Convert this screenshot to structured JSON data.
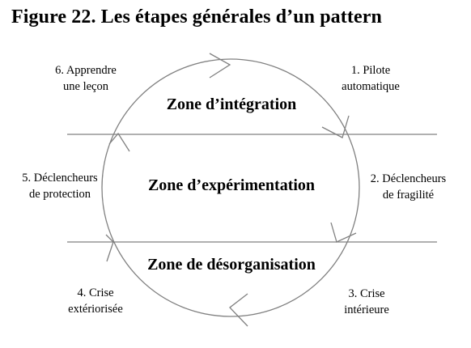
{
  "figure": {
    "title": "Figure 22. Les étapes générales d’un pattern"
  },
  "zones": {
    "integration": "Zone d’intégration",
    "experimentation": "Zone d’expérimentation",
    "disorganisation": "Zone de désorganisation"
  },
  "steps": {
    "s1": "1. Pilote\nautomatique",
    "s2": "2. Déclencheurs\nde fragilité",
    "s3": "3. Crise\nintérieure",
    "s4": "4. Crise\nextériorisée",
    "s5": "5. Déclencheurs\nde protection",
    "s6": "6. Apprendre\nune leçon"
  },
  "colors": {
    "line": "#808080",
    "text": "#000000"
  }
}
